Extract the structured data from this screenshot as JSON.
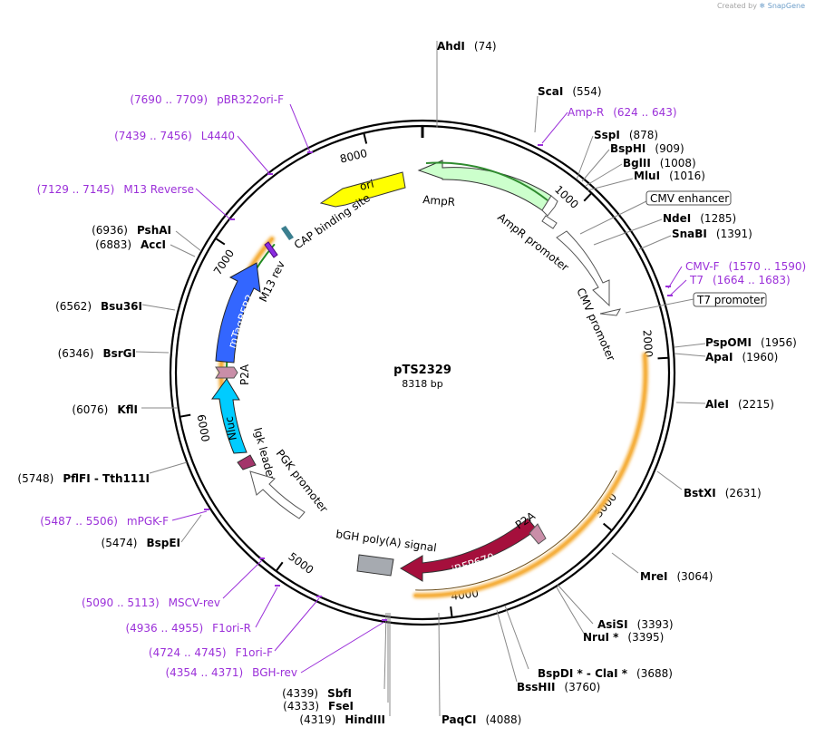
{
  "credit": {
    "prefix": "Created by",
    "brand": "SnapGene"
  },
  "plasmid": {
    "name": "pTS2329",
    "size_label": "8318 bp",
    "length": 8318
  },
  "ticks": [
    "1000",
    "2000",
    "3000",
    "4000",
    "5000",
    "6000",
    "7000",
    "8000"
  ],
  "enzymes": [
    {
      "name": "AhdI",
      "pos": "(74)"
    },
    {
      "name": "ScaI",
      "pos": "(554)"
    },
    {
      "name": "SspI",
      "pos": "(878)"
    },
    {
      "name": "BspHI",
      "pos": "(909)"
    },
    {
      "name": "BglII",
      "pos": "(1008)"
    },
    {
      "name": "MluI",
      "pos": "(1016)"
    },
    {
      "name": "NdeI",
      "pos": "(1285)"
    },
    {
      "name": "SnaBI",
      "pos": "(1391)"
    },
    {
      "name": "PspOMI",
      "pos": "(1956)"
    },
    {
      "name": "ApaI",
      "pos": "(1960)"
    },
    {
      "name": "AleI",
      "pos": "(2215)"
    },
    {
      "name": "BstXI",
      "pos": "(2631)"
    },
    {
      "name": "MreI",
      "pos": "(3064)"
    },
    {
      "name": "AsiSI",
      "pos": "(3393)"
    },
    {
      "name": "NruI *",
      "pos": "(3395)"
    },
    {
      "name": "BspDI * - ClaI *",
      "pos": "(3688)"
    },
    {
      "name": "BssHII",
      "pos": "(3760)"
    },
    {
      "name": "PaqCI",
      "pos": "(4088)"
    },
    {
      "name": "HindIII",
      "pos": "(4319)"
    },
    {
      "name": "FseI",
      "pos": "(4333)"
    },
    {
      "name": "SbfI",
      "pos": "(4339)"
    },
    {
      "name": "BspEI",
      "pos": "(5474)"
    },
    {
      "name": "PflFI - Tth111I",
      "pos": "(5748)"
    },
    {
      "name": "KflI",
      "pos": "(6076)"
    },
    {
      "name": "BsrGI",
      "pos": "(6346)"
    },
    {
      "name": "Bsu36I",
      "pos": "(6562)"
    },
    {
      "name": "AccI",
      "pos": "(6883)"
    },
    {
      "name": "PshAI",
      "pos": "(6936)"
    }
  ],
  "primers": [
    {
      "name": "Amp-R",
      "range": "(624 .. 643)"
    },
    {
      "name": "CMV-F",
      "range": "(1570 .. 1590)"
    },
    {
      "name": "T7",
      "range": "(1664 .. 1683)"
    },
    {
      "name": "BGH-rev",
      "range": "(4354 .. 4371)"
    },
    {
      "name": "F1ori-F",
      "range": "(4724 .. 4745)"
    },
    {
      "name": "F1ori-R",
      "range": "(4936 .. 4955)"
    },
    {
      "name": "MSCV-rev",
      "range": "(5090 .. 5113)"
    },
    {
      "name": "mPGK-F",
      "range": "(5487 .. 5506)"
    },
    {
      "name": "M13 Reverse",
      "range": "(7129 .. 7145)"
    },
    {
      "name": "L4440",
      "range": "(7439 .. 7456)"
    },
    {
      "name": "pBR322ori-F",
      "range": "(7690 .. 7709)"
    }
  ],
  "boxed_labels": [
    "CMV enhancer",
    "T7 promoter"
  ],
  "features": {
    "ori": "ori",
    "cap": "CAP binding site",
    "ampr": "AmpR",
    "ampr_promoter": "AmpR promoter",
    "cmv_promoter": "CMV promoter",
    "m13rev": "M13 rev",
    "mtagbfp2": "mTagBFP2",
    "p2a_1": "P2A",
    "nluc": "Nluc",
    "igk": "Igk leader",
    "pgk": "PGK promoter",
    "bgh": "bGH poly(A) signal",
    "irfp": "iRFP670",
    "p2a_2": "P2A"
  },
  "colors": {
    "primer": "#9b30d9",
    "ori": "#ffff00",
    "ampr": "#ccffcc",
    "mtagbfp2": "#3366ff",
    "nluc": "#00ccff",
    "irfp": "#a50f3c",
    "igk": "#a3356a",
    "p2a": "#c98ea8",
    "m13": "#8a2be2",
    "cap": "#3b7f8f",
    "bgh": "#a6aab0",
    "orf": "#f5b041",
    "orf_inner": "#228b22"
  }
}
